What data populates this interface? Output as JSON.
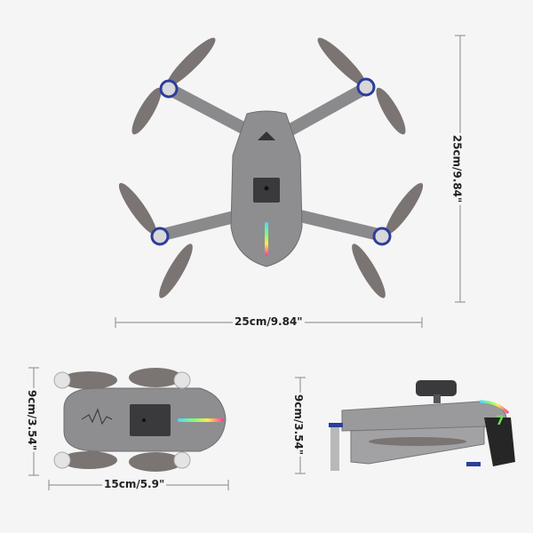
{
  "dimensions": {
    "unfolded_height": "25cm/9.84\"",
    "unfolded_width": "25cm/9.84\"",
    "folded_top_height": "9cm/3.54\"",
    "folded_top_length": "15cm/5.9\"",
    "folded_side_height": "9cm/3.54\""
  },
  "colors": {
    "body": "#8e8e90",
    "propeller": "#7a7472",
    "line": "#999999",
    "text": "#222222",
    "motor_ring": "#2c3e9a"
  }
}
